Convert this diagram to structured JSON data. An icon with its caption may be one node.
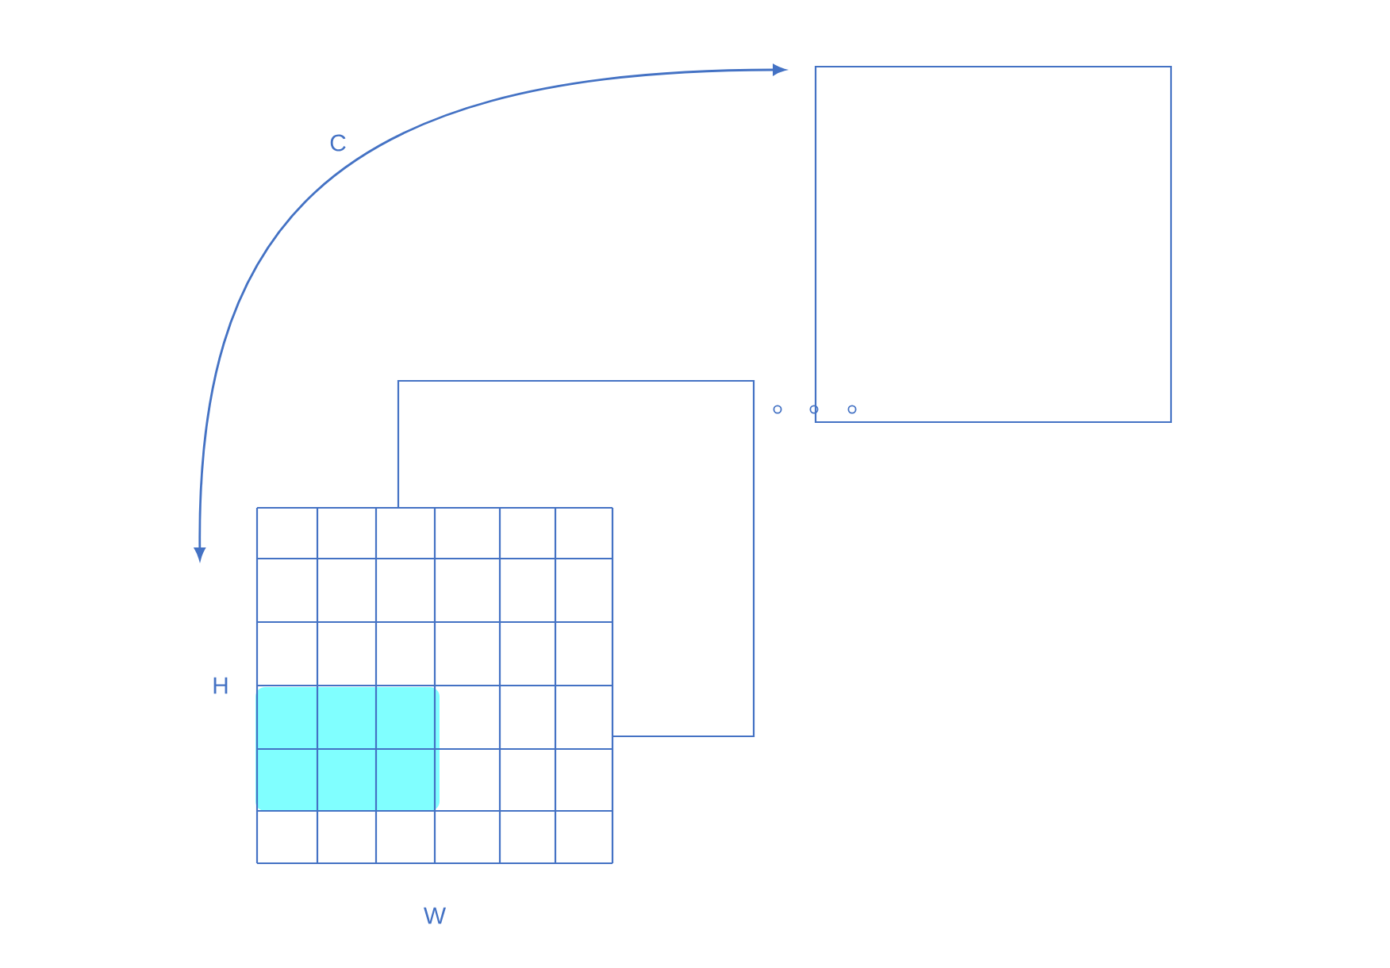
{
  "diagram": {
    "nodes": [
      {
        "text": [],
        "shape": "box"
      },
      {
        "text": [],
        "shape": "box"
      }
    ],
    "labels": [
      "C",
      "H",
      "W"
    ]
  }
}
